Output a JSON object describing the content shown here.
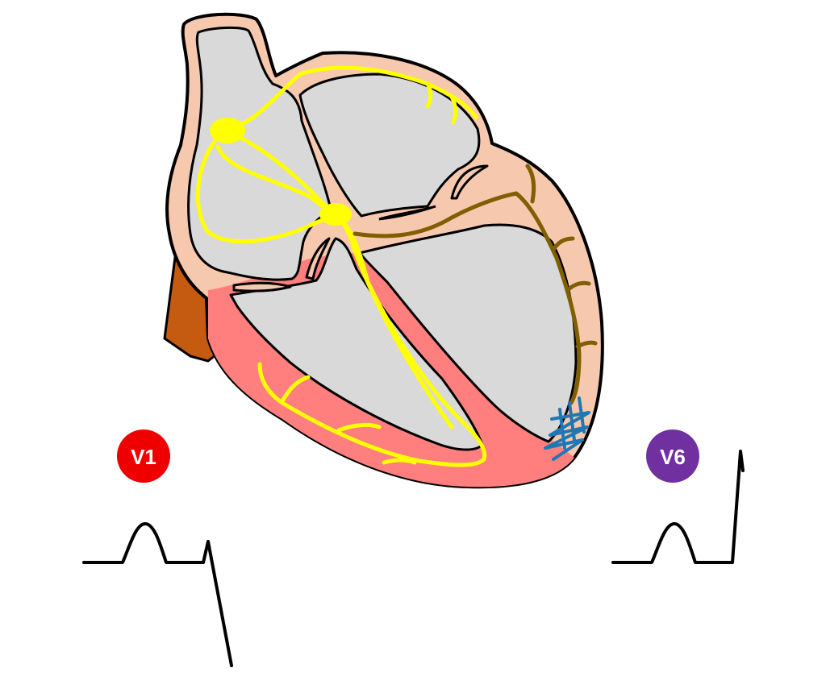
{
  "leads": [
    {
      "label": "V1",
      "color": "#ee0000"
    },
    {
      "label": "V6",
      "color": "#7030a0"
    }
  ],
  "colors": {
    "myocardium": "#f6c8ae",
    "chamber": "#d9d9d9",
    "left_ventricle_wall": "#ff7f7f",
    "conduction_system": "#ffff00",
    "left_bundle_branch": "#7f5f00",
    "vessel": "#c55a11",
    "block_marker": "#1f77b4",
    "outline": "#000000",
    "ecg_trace": "#000000"
  },
  "icons": {
    "sa_node": "node-circle",
    "av_node": "node-circle",
    "block": "zigzag"
  }
}
